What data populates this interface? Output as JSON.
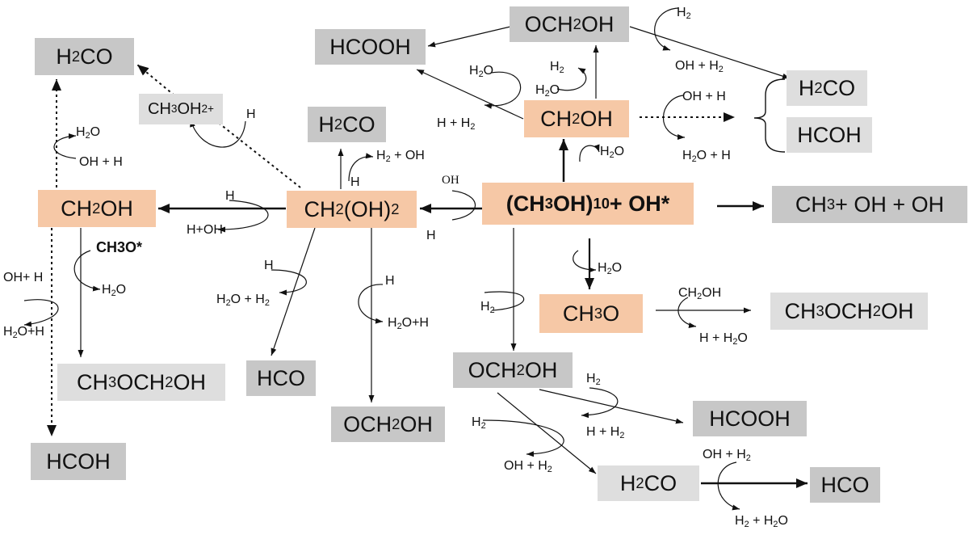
{
  "nodes": {
    "central": {
      "html": "(CH<sub>3</sub>OH)<sub>10</sub> + OH*"
    },
    "ch2oh2": {
      "html": "CH<sub>2</sub>(OH)<sub>2</sub>"
    },
    "ch2oh_left": {
      "html": "CH<sub>2</sub>OH"
    },
    "ch2oh_top": {
      "html": "CH<sub>2</sub>OH"
    },
    "ch3o": {
      "html": "CH<sub>3</sub>O"
    },
    "h2co_topleft": {
      "html": "H<sub>2</sub>CO"
    },
    "ch3oh2plus": {
      "html": "CH<sub>3</sub>OH<sub>2</sub><sup>+</sup>"
    },
    "h2co_mid": {
      "html": "H<sub>2</sub>CO"
    },
    "hcooh_top": {
      "html": "HCOOH"
    },
    "och2oh_top": {
      "html": "OCH<sub>2</sub>OH"
    },
    "h2co_right": {
      "html": "H<sub>2</sub>CO"
    },
    "hcoh_right": {
      "html": "HCOH"
    },
    "ch3_oh_oh": {
      "html": "CH<sub>3</sub> + OH + OH"
    },
    "ch3och2oh_right": {
      "html": "CH<sub>3</sub>OCH<sub>2</sub>OH"
    },
    "ch3och2oh_left": {
      "html": "CH<sub>3</sub>OCH<sub>2</sub>OH"
    },
    "hcoh_left": {
      "html": "HCOH"
    },
    "hco_mid": {
      "html": "HCO"
    },
    "och2oh_bottom": {
      "html": "OCH<sub>2</sub>OH"
    },
    "och2oh_mid": {
      "html": "OCH<sub>2</sub>OH"
    },
    "hcooh_bottom": {
      "html": "HCOOH"
    },
    "h2co_bottom": {
      "html": "H<sub>2</sub>CO"
    },
    "hco_bottom": {
      "html": "HCO"
    }
  },
  "labels": {
    "h2_top": {
      "html": "H<sub>2</sub>"
    },
    "oh_h2_top": {
      "html": "OH + H<sub>2</sub>"
    },
    "h2_upper": {
      "html": "H<sub>2</sub>"
    },
    "h2o_upper": {
      "html": "H<sub>2</sub>O"
    },
    "h2o_arc_top": {
      "html": "H<sub>2</sub>O"
    },
    "h_h2_arc_top": {
      "html": "H + H<sub>2</sub>"
    },
    "oh_h_right": {
      "html": "OH + H"
    },
    "h2o_h_right": {
      "html": "H<sub>2</sub>O + H"
    },
    "h2o_central_up": {
      "html": "H<sub>2</sub>O"
    },
    "oh_central": {
      "html": "OH"
    },
    "h_central": {
      "html": "H"
    },
    "h2_oh_mid": {
      "html": "H<sub>2</sub> + OH"
    },
    "h_mid_small": {
      "html": "H"
    },
    "h_ch3oh2": {
      "html": "H"
    },
    "h2o_leftup": {
      "html": "H<sub>2</sub>O"
    },
    "oh_h_leftup": {
      "html": "OH + H"
    },
    "h_leftarrow": {
      "html": "H"
    },
    "h_oh_leftarrow": {
      "html": "H+OH"
    },
    "ch3o_star": {
      "html": "CH3O*"
    },
    "h2o_ch3o_left": {
      "html": "H<sub>2</sub>O"
    },
    "oh_h_farleft": {
      "html": "OH+ H"
    },
    "h2o_h_farleft": {
      "html": "H<sub>2</sub>O+H"
    },
    "h_hco": {
      "html": "H"
    },
    "h2o_h2_hco": {
      "html": "H<sub>2</sub>O + H<sub>2</sub>"
    },
    "h_och2oh": {
      "html": "H"
    },
    "h2o_h_och2oh": {
      "html": "H<sub>2</sub>O+H"
    },
    "h2_down": {
      "html": "H<sub>2</sub>"
    },
    "h2o_ch3o": {
      "html": "H<sub>2</sub>O"
    },
    "ch2oh_small": {
      "html": "CH<sub>2</sub>OH"
    },
    "h_h2o_ch3o": {
      "html": "H + H<sub>2</sub>O"
    },
    "h2_hcooh": {
      "html": "H<sub>2</sub>"
    },
    "h_h2_hcooh": {
      "html": "H + H<sub>2</sub>"
    },
    "h2_h2co": {
      "html": "H<sub>2</sub>"
    },
    "oh_h2_h2co": {
      "html": "OH + H<sub>2</sub>"
    },
    "oh_h2_hco": {
      "html": "OH + H<sub>2</sub>"
    },
    "h2_h2o_hco": {
      "html": "H<sub>2</sub> + H<sub>2</sub>O"
    }
  }
}
